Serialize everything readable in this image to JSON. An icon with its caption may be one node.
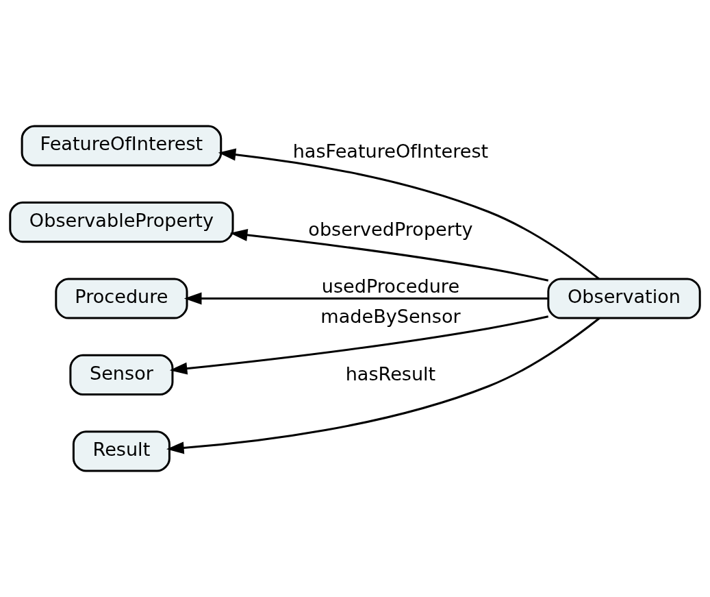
{
  "diagram": {
    "nodes": [
      {
        "text": [
          "FeatureOfInterest"
        ]
      },
      {
        "text": [
          "Observation"
        ]
      },
      {
        "text": [
          "ObservableProperty"
        ]
      },
      {
        "text": [
          "Procedure"
        ]
      },
      {
        "text": [
          "Sensor"
        ]
      },
      {
        "text": [
          "Result"
        ]
      }
    ],
    "edges": [
      {
        "from": 1,
        "to": 0,
        "arrow": "to",
        "label": "hasFeatureOfInterest"
      },
      {
        "from": 1,
        "to": 2,
        "arrow": "to",
        "label": "observedProperty"
      },
      {
        "from": 1,
        "to": 3,
        "arrow": "to",
        "label": "usedProcedure"
      },
      {
        "from": 1,
        "to": 4,
        "arrow": "to",
        "label": "madeBySensor"
      },
      {
        "from": 1,
        "to": 5,
        "arrow": "to",
        "label": "hasResult"
      }
    ]
  }
}
